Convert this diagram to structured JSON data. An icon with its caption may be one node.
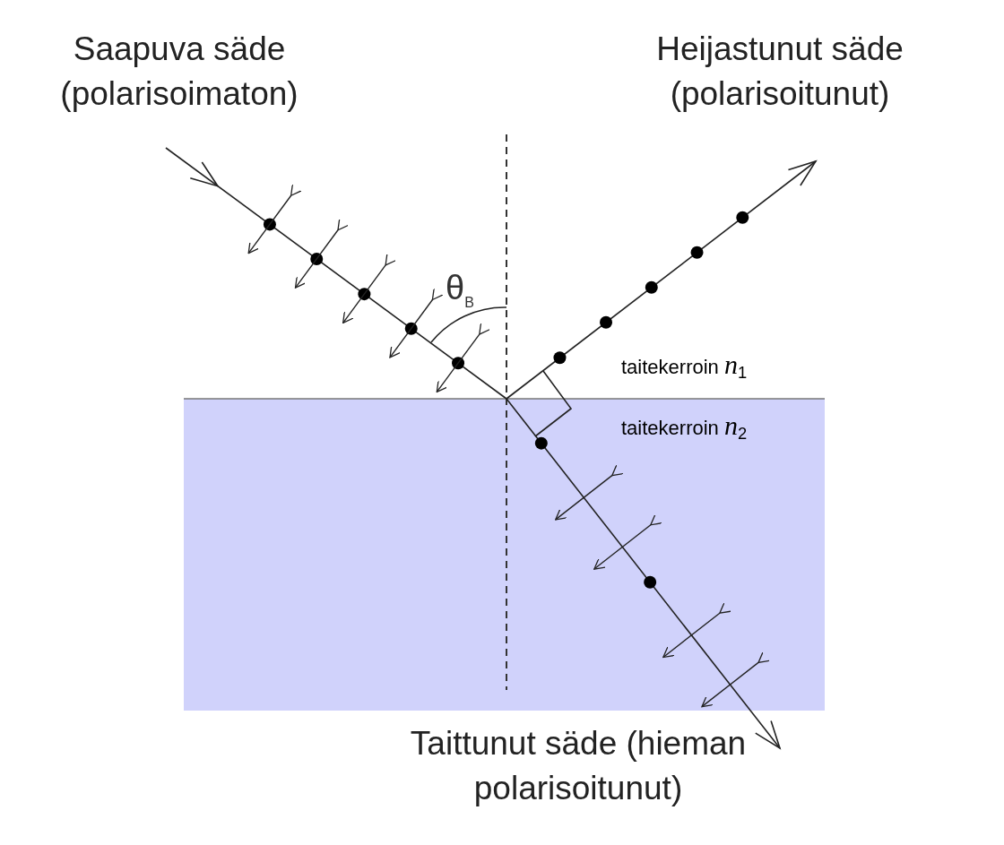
{
  "diagram": {
    "labels": [
      "Saapuva säde (polarisoimaton)",
      "Heijastunut säde (polarisoitunut)",
      "θ$_{B}$",
      "taitekerroin *n*$_{1}$",
      "taitekerroin *n*$_{2}$",
      "Taittunut säde (hieman polarisoitunut)"
    ]
  }
}
